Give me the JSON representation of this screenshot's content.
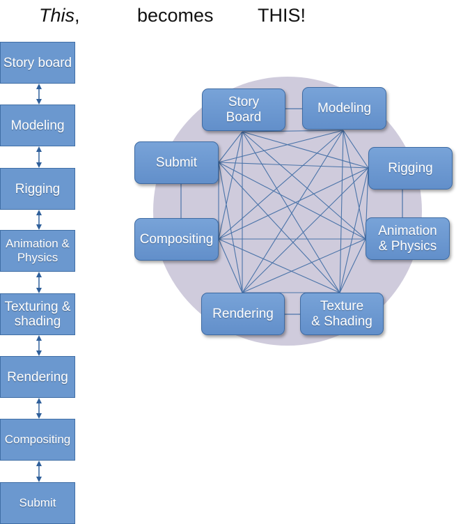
{
  "heading": {
    "this": "This",
    "comma": ",",
    "becomes": "becomes",
    "caps": "THIS!"
  },
  "pipeline": {
    "items": [
      "Story\nboard",
      "Modeling",
      "Rigging",
      "Animation\n& Physics",
      "Texturing\n& shading",
      "Rendering",
      "Compositing",
      "Submit"
    ]
  },
  "network": {
    "nodes": [
      "Story\nBoard",
      "Modeling",
      "Rigging",
      "Animation\n& Physics",
      "Texture\n& Shading",
      "Rendering",
      "Compositing",
      "Submit"
    ]
  },
  "colors": {
    "box_fill": "#6b98cf",
    "box_border": "#3f6ea5",
    "arrow": "#2f5f9a",
    "circle": "#cfcbdc",
    "line": "#4a73a8"
  }
}
